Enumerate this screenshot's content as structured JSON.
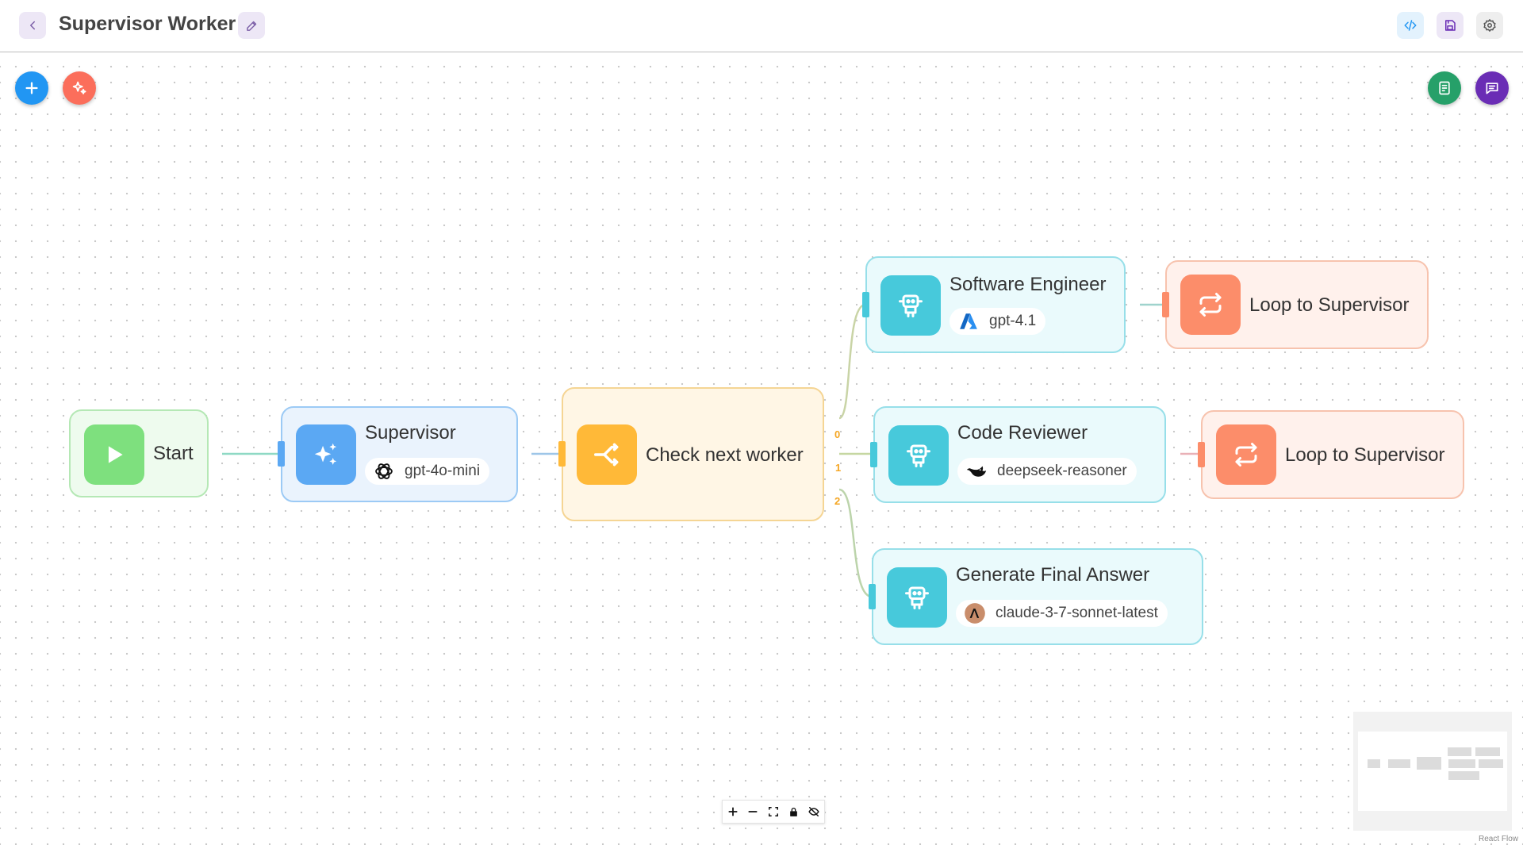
{
  "header": {
    "title": "Supervisor Worker"
  },
  "nodes": {
    "start": {
      "label": "Start"
    },
    "supervisor": {
      "label": "Supervisor",
      "model": "gpt-4o-mini"
    },
    "condition": {
      "label": "Check next worker",
      "outputs": [
        "0",
        "1",
        "2"
      ]
    },
    "software_engineer": {
      "label": "Software Engineer",
      "model": "gpt-4.1"
    },
    "code_reviewer": {
      "label": "Code Reviewer",
      "model": "deepseek-reasoner"
    },
    "final_answer": {
      "label": "Generate Final Answer",
      "model": "claude-3-7-sonnet-latest"
    },
    "loop_1": {
      "label": "Loop to Supervisor"
    },
    "loop_2": {
      "label": "Loop to Supervisor"
    }
  },
  "attribution": "React Flow",
  "icons": {
    "back": "chevron-left-icon",
    "edit": "pencil-icon",
    "code": "code-icon",
    "save": "save-icon",
    "settings": "gear-icon",
    "add": "plus-icon",
    "generate": "sparkles-icon",
    "validate": "checklist-icon",
    "chat": "chat-icon"
  },
  "colors": {
    "start": "#7ee07e",
    "supervisor": "#5ba8f3",
    "condition": "#ffb938",
    "agent": "#47c9db",
    "loop": "#fc8d6a",
    "accent_purple": "#6a2db5",
    "accent_blue": "#2196f3"
  }
}
